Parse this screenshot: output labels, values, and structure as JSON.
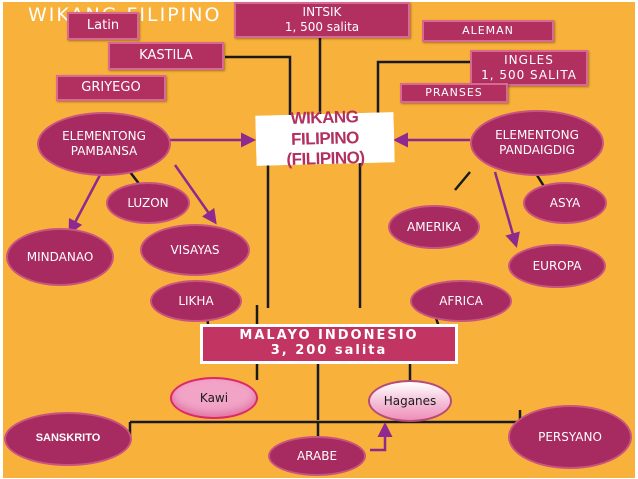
{
  "title": "WIKANG FILIPINO",
  "nodes": {
    "latin": "Latin",
    "intsik": "INTSIK\n1, 500 salita",
    "aleman": "ALEMAN",
    "kastila": "KASTILA",
    "ingles": "INGLES\n1, 500 SALITA",
    "griyego": "GRIYEGO",
    "pranses": "PRANSES",
    "elementong_pambansa": "ELEMENTONG\nPAMBANSA",
    "wikang_filipino": "WIKANG FILIPINO\n(FILIPINO)",
    "elementong_pandaigdig": "ELEMENTONG\nPANDAIGDIG",
    "luzon": "LUZON",
    "asya": "ASYA",
    "amerika": "AMERIKA",
    "mindanao": "MINDANAO",
    "visayas": "VISAYAS",
    "europa": "EUROPA",
    "likha": "LIKHA",
    "africa": "AFRICA",
    "malayo_indonesio": "MALAYO INDONESIO\n3, 200 salita",
    "kawi": "Kawi",
    "haganes": "Haganes",
    "sanskrito": "SANSKRITO",
    "arabe": "ARABE",
    "persyano": "PERSYANO"
  },
  "colors": {
    "background": "#f8b13a",
    "box_fill": "#b13060",
    "oval_fill": "#a72a60",
    "line": "#1a1a1a",
    "arrow_purple": "#8e2a8f",
    "kawi_fill": "#f2a4c7"
  }
}
